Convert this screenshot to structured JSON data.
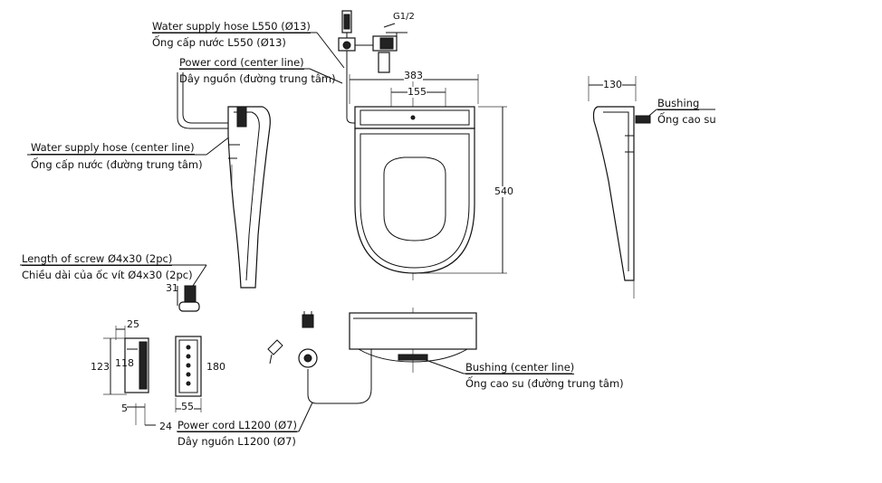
{
  "labels": {
    "water_hose_l550_en": "Water supply hose L550 (Ø13)",
    "water_hose_l550_vi": "Ống cấp nước L550 (Ø13)",
    "g12": "G1/2",
    "power_cord_center_en": "Power cord (center line)",
    "power_cord_center_vi": "Dây nguồn (đường trung tâm)",
    "water_hose_center_en": "Water supply hose (center line)",
    "water_hose_center_vi": "Ống cấp nước (đường trung tâm)",
    "screw_en": "Length of screw Ø4x30 (2pc)",
    "screw_vi": "Chiều dài của ốc vít Ø4x30 (2pc)",
    "bushing_en": "Bushing",
    "bushing_vi": "Ống cao su",
    "bushing_center_en": "Bushing (center line)",
    "bushing_center_vi": "Ống cao su (đường trung tâm)",
    "power_cord_l1200_en": "Power cord L1200 (Ø7)",
    "power_cord_l1200_vi": "Dây nguồn L1200 (Ø7)"
  },
  "dimensions": {
    "width_383": "383",
    "width_155": "155",
    "length_540": "540",
    "depth_130": "130",
    "screw_31": "31",
    "remote_25": "25",
    "remote_123": "123",
    "remote_118": "118",
    "remote_180": "180",
    "remote_5": "5",
    "remote_24": "24",
    "remote_55": "55"
  }
}
